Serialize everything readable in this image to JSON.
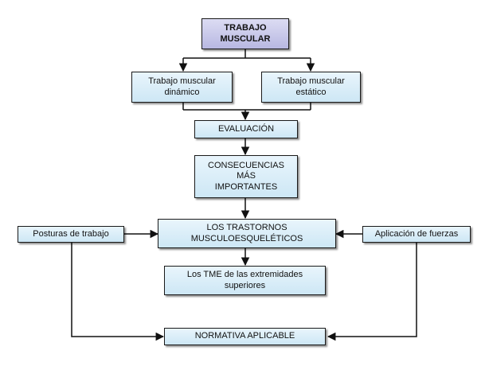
{
  "colors": {
    "root_fill": "#c3c3e8",
    "box_fill": "#d6ecf8",
    "line": "#111111"
  },
  "nodes": {
    "root": "TRABAJO\nMUSCULAR",
    "dynamic": "Trabajo muscular\ndinámico",
    "static": "Trabajo muscular\nestático",
    "evaluation": "EVALUACIÓN",
    "consequences": "CONSECUENCIAS\nMÁS\nIMPORTANTES",
    "disorders": "LOS TRASTORNOS\nMUSCULOESQUELÉTICOS",
    "postures": "Posturas de trabajo",
    "forces": "Aplicación de fuerzas",
    "upper_limbs": "Los TME de las extremidades\nsuperiores",
    "regulation": "NORMATIVA APLICABLE"
  }
}
